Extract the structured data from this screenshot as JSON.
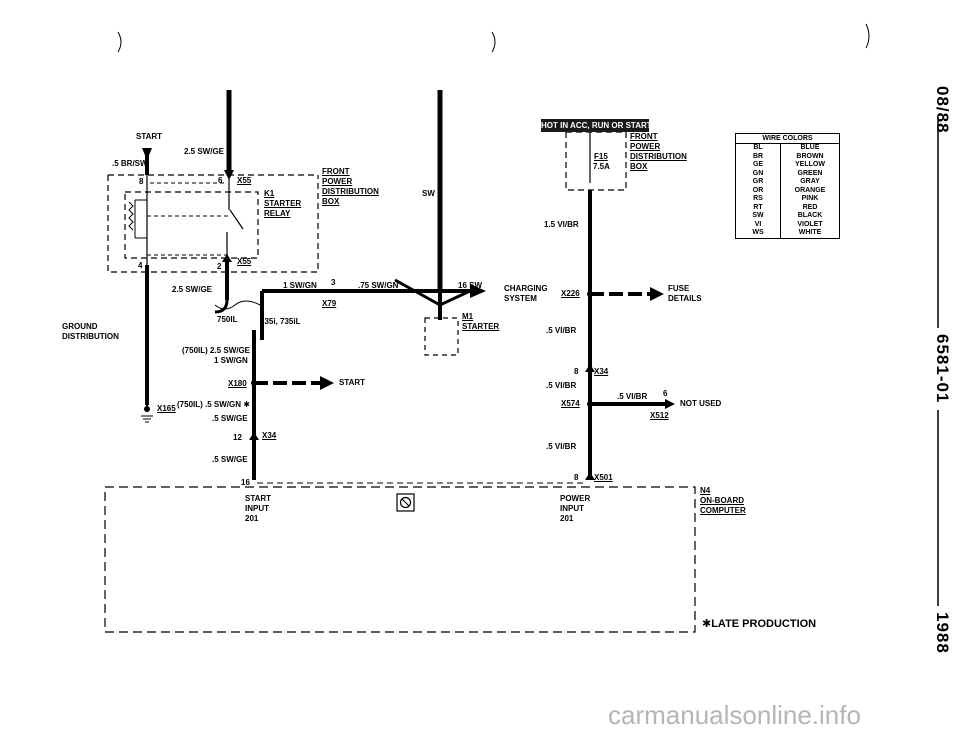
{
  "margin": {
    "date": "08/88",
    "doc_number": "6581-01",
    "year": "1988"
  },
  "banner": {
    "text": "HOT IN ACC, RUN OR START"
  },
  "labels": {
    "start_top": "START",
    "w_25_swge_top": "2.5 SW/GE",
    "w_5_brsw": ".5 BR/SW",
    "x55_top": "X55",
    "pin8_a": "8",
    "pin6": "6",
    "front_power_box_1": "FRONT",
    "front_power_box_2": "POWER",
    "front_power_box_3": "DISTRIBUTION",
    "front_power_box_4": "BOX",
    "k1_1": "K1",
    "k1_2": "STARTER",
    "k1_3": "RELAY",
    "pin4": "4",
    "pin2": "2",
    "x55_bottom": "X55",
    "w_25_swge_mid": "2.5 SW/GE",
    "w_1_swgn": "1 SW/GN",
    "pin3": "3",
    "w_75_swgn": ".75 SW/GN",
    "x79": "X79",
    "w_16_sw": "16 SW",
    "sw_label": "SW",
    "charging_1": "CHARGING",
    "charging_2": "SYSTEM",
    "m1_1": "M1",
    "m1_2": "STARTER",
    "v750il": "750IL",
    "v735i": "735i, 735iL",
    "ground_1": "GROUND",
    "ground_2": "DISTRIBUTION",
    "w_750il_25": "(750IL) 2.5 SW/GE",
    "w_1_swgn_b": "1 SW/GN",
    "x180": "X180",
    "start_arrow": "START",
    "w_750il_5": "(750IL) .5 SW/GN ✱",
    "x165": "X165",
    "w_5_swge_a": ".5 SW/GE",
    "pin12": "12",
    "x34_left": "X34",
    "w_5_swge_b": ".5 SW/GE",
    "pin16": "16",
    "start_input_1": "START",
    "start_input_2": "INPUT",
    "start_input_3": "201",
    "f15": "F15",
    "f15_amp": "7.5A",
    "fpd2_1": "FRONT",
    "fpd2_2": "POWER",
    "fpd2_3": "DISTRIBUTION",
    "fpd2_4": "BOX",
    "w_15_vibr": "1.5 VI/BR",
    "x226": "X226",
    "fuse_1": "FUSE",
    "fuse_2": "DETAILS",
    "w_5_vibr_a": ".5 VI/BR",
    "pin8_b": "8",
    "x34_right": "X34",
    "w_5_vibr_b": ".5 VI/BR",
    "w_5_vibr_c": ".5 VI/BR",
    "pin6_b": "6",
    "x574": "X574",
    "not_used": "NOT USED",
    "x512": "X512",
    "w_5_vibr_d": ".5 VI/BR",
    "pin8_c": "8",
    "x501": "X501",
    "power_input_1": "POWER",
    "power_input_2": "INPUT",
    "power_input_3": "201",
    "n4_1": "N4",
    "n4_2": "ON-BOARD",
    "n4_3": "COMPUTER"
  },
  "wire_colors": {
    "title": "WIRE COLORS",
    "rows": [
      {
        "code": "BL",
        "name": "BLUE"
      },
      {
        "code": "BR",
        "name": "BROWN"
      },
      {
        "code": "GE",
        "name": "YELLOW"
      },
      {
        "code": "GN",
        "name": "GREEN"
      },
      {
        "code": "GR",
        "name": "GRAY"
      },
      {
        "code": "OR",
        "name": "ORANGE"
      },
      {
        "code": "RS",
        "name": "PINK"
      },
      {
        "code": "RT",
        "name": "RED"
      },
      {
        "code": "SW",
        "name": "BLACK"
      },
      {
        "code": "VI",
        "name": "VIOLET"
      },
      {
        "code": "WS",
        "name": "WHITE"
      }
    ]
  },
  "footnote": "✱LATE PRODUCTION",
  "watermark": "carmanualsonline.info",
  "colors": {
    "ink": "#000000",
    "banner_bg": "#1a1a1a",
    "watermark": "#b5b5b5"
  }
}
